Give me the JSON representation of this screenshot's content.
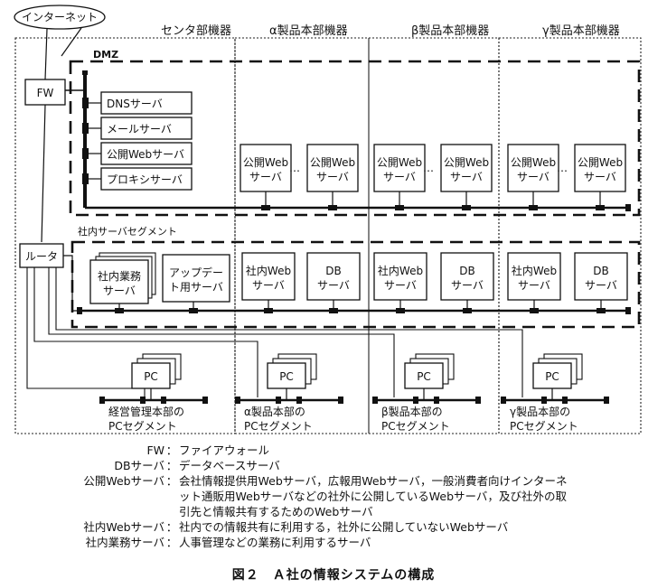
{
  "internet": {
    "label": "インターネット"
  },
  "fw_box": {
    "label": "FW"
  },
  "router_box": {
    "label": "ルータ"
  },
  "dmz": {
    "label": "DMZ"
  },
  "lan_segment": {
    "label": "社内サーバセグメント"
  },
  "zones": {
    "center": "センタ部機器",
    "alpha": "α製品本部機器",
    "beta": "β製品本部機器",
    "gamma": "γ製品本部機器"
  },
  "center_dmz_servers": [
    "DNSサーバ",
    "メールサーバ",
    "公開Webサーバ",
    "プロキシサーバ"
  ],
  "public_web": {
    "line1": "公開Web",
    "line2": "サーバ"
  },
  "ellipsis": "…",
  "lan_servers": {
    "biz": {
      "line1": "社内業務",
      "line2": "サーバ"
    },
    "update": {
      "line1": "アップデー",
      "line2": "ト用サーバ"
    },
    "intweb": {
      "line1": "社内Web",
      "line2": "サーバ"
    },
    "db": {
      "line1": "DB",
      "line2": "サーバ"
    }
  },
  "pc": {
    "label": "PC"
  },
  "pc_segments": {
    "center": {
      "line1": "経営管理本部の",
      "line2": "PCセグメント"
    },
    "alpha": {
      "line1": "α製品本部の",
      "line2": "PCセグメント"
    },
    "beta": {
      "line1": "β製品本部の",
      "line2": "PCセグメント"
    },
    "gamma": {
      "line1": "γ製品本部の",
      "line2": "PCセグメント"
    }
  },
  "legend": [
    {
      "term": "FW",
      "def": "ファイアウォール"
    },
    {
      "term": "DBサーバ",
      "def": "データベースサーバ"
    },
    {
      "term": "公開Webサーバ",
      "def": "会社情報提供用Webサーバ，広報用Webサーバ，一般消費者向けインターネ\nット通販用Webサーバなどの社外に公開しているWebサーバ，及び社外の取\n引先と情報共有するためのWebサーバ"
    },
    {
      "term": "社内Webサーバ",
      "def": "社内での情報共有に利用する，社外に公開していないWebサーバ"
    },
    {
      "term": "社内業務サーバ",
      "def": "人事管理などの業務に利用するサーバ"
    }
  ],
  "figure_caption": "図２　Ａ社の情報システムの構成"
}
